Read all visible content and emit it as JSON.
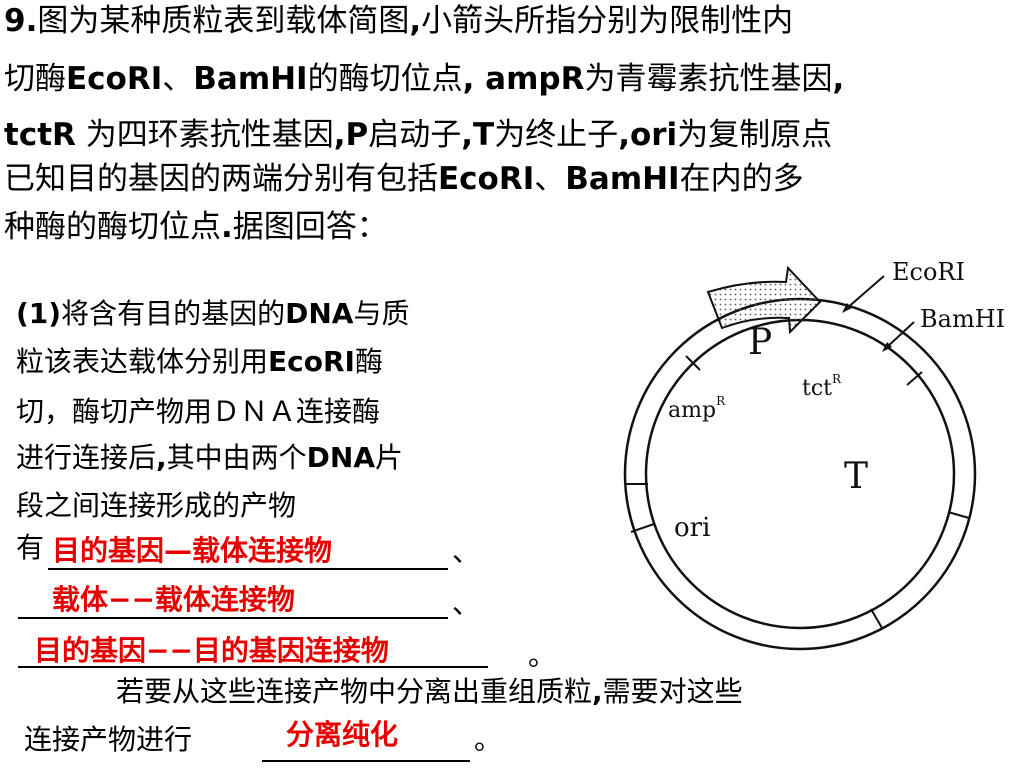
{
  "intro": {
    "l1": [
      "9.",
      "图为某种质粒表到载体简图",
      ",",
      "小箭头所指分别为限制性内"
    ],
    "l2": [
      "切酶",
      "EcoRI",
      "、",
      "BamHI",
      "的酶切位点",
      ", ampR",
      "为青霉素抗性基因",
      ","
    ],
    "l3": [
      "tctR",
      " 为四环素抗性基因",
      ",P",
      "启动子",
      ",T",
      "为终止子",
      ",ori",
      "为复制原点"
    ],
    "l4": [
      "已知目的基因的两端分别有包括",
      "EcoRI",
      "、",
      "BamHI",
      "在内的多"
    ],
    "l5": [
      "种酶的酶切位点",
      ".",
      "据图回答："
    ]
  },
  "question": {
    "q1": [
      "(1)",
      "将含有目的基因的",
      "DNA",
      "与质"
    ],
    "q2": [
      "粒该表达载体分别用",
      "EcoRI",
      "酶"
    ],
    "q3": "切，酶切产物用ＤＮＡ连接酶",
    "q4": [
      "进行连接后",
      ",",
      "其中由两个",
      "DNA",
      "片"
    ],
    "q5": "段之间连接形成的产物",
    "q6_prefix": "有",
    "sep1": "、",
    "sep2": "、",
    "end3": "。",
    "q8a": "若要从这些连接产物中分离出重组质粒",
    "q8b": ",",
    "q8c": "需要对这些",
    "q9": "连接产物进行",
    "end4": "。"
  },
  "answers": {
    "a1": "目的基因—载体连接物",
    "a2": "载体−−载体连接物",
    "a3": "目的基因−−目的基因连接物",
    "a4": "分离纯化"
  },
  "diagram": {
    "ecori": "EcoRI",
    "bamhi": "BamHI",
    "p": "P",
    "tct": "tct",
    "tct_sup": "R",
    "amp": "amp",
    "amp_sup": "R",
    "t": "T",
    "ori": "ori"
  }
}
